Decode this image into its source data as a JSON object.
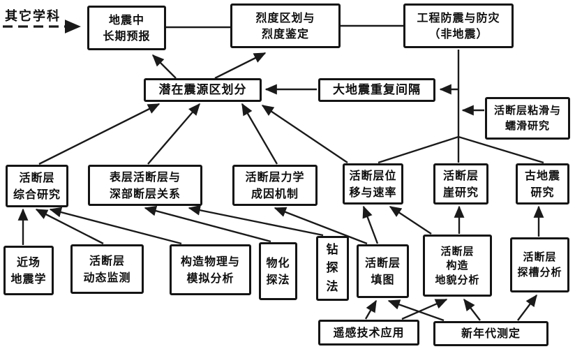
{
  "colors": {
    "line": "#1a1a1a",
    "box_border": "#141414",
    "text": "#0e0e0e",
    "background": "#ffffff"
  },
  "external": {
    "label": "其它学科"
  },
  "nodes": {
    "earthquake_prediction": {
      "label": "地震中长期预报",
      "lines": [
        "地震中",
        "长期预报"
      ]
    },
    "intensity_zoning": {
      "label": "烈度区划与烈度鉴定",
      "lines": [
        "烈度区划与",
        "烈度鉴定"
      ]
    },
    "engineering_protection": {
      "label": "工程防震与防灾（非地震）",
      "lines": [
        "工程防震与防灾",
        "（非地震）"
      ]
    },
    "potential_source_zoning": {
      "label": "潜在震源区划分",
      "lines": [
        "潜在震源区划分"
      ]
    },
    "recurrence_interval": {
      "label": "大地震重复间隔",
      "lines": [
        "大地震重复间隔"
      ]
    },
    "stick_slip_creep": {
      "label": "活断层粘滑与蠕滑研究",
      "lines": [
        "活断层粘滑与",
        "蠕滑研究"
      ]
    },
    "comprehensive_research": {
      "label": "活断层综合研究",
      "lines": [
        "活断层",
        "综合研究"
      ]
    },
    "surface_deep_relation": {
      "label": "表层活断层与深部断层关系",
      "lines": [
        "表层活断层与",
        "深部断层关系"
      ]
    },
    "mechanical_genesis": {
      "label": "活断层力学成因机制",
      "lines": [
        "活断层力学",
        "成因机制"
      ]
    },
    "displacement_rate": {
      "label": "活断层位移与速率",
      "lines": [
        "活断层位",
        "移与速率"
      ]
    },
    "fault_scarp_research": {
      "label": "活断层崖研究",
      "lines": [
        "活断层",
        "崖研究"
      ]
    },
    "paleoearthquake": {
      "label": "古地震研究",
      "lines": [
        "古地震",
        "研究"
      ]
    },
    "near_field_seismology": {
      "label": "近场地震学",
      "lines": [
        "近场",
        "地震学"
      ]
    },
    "dynamic_monitoring": {
      "label": "活断层动态监测",
      "lines": [
        "活断层",
        "动态监测"
      ]
    },
    "tectonophysics_simulation": {
      "label": "构造物理与模拟分析",
      "lines": [
        "构造物理与",
        "模拟分析"
      ]
    },
    "geophysical_geochemical": {
      "label": "物化探法",
      "lines": [
        "物化",
        "探法"
      ]
    },
    "drilling_method": {
      "label": "钻探法",
      "lines": [
        "钻",
        "探",
        "法"
      ]
    },
    "fault_mapping": {
      "label": "活断层填图",
      "lines": [
        "活断层",
        "填图"
      ]
    },
    "tectonic_geomorphology": {
      "label": "活断层构造地貌分析",
      "lines": [
        "活断层",
        "构造",
        "地貌分析"
      ]
    },
    "trench_analysis": {
      "label": "活断层探槽分析",
      "lines": [
        "活断层",
        "探槽分析"
      ]
    },
    "remote_sensing": {
      "label": "遥感技术应用",
      "lines": [
        "遥感技术应用"
      ]
    },
    "age_dating": {
      "label": "新年代测定",
      "lines": [
        "新年代测定"
      ]
    }
  }
}
